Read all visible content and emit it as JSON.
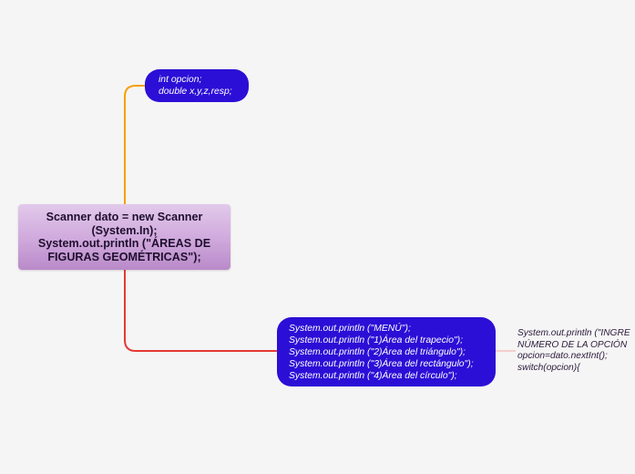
{
  "root": {
    "lines": [
      "Scanner dato = new Scanner",
      "(System.In);",
      "System.out.println (\"ÁREAS DE",
      "FIGURAS GEOMÉTRICAS\");"
    ]
  },
  "variables_node": {
    "lines": [
      "int opcion;",
      "double x,y,z,resp;"
    ]
  },
  "menu_node": {
    "lines": [
      "System.out.println (\"MENÚ\");",
      "System.out.println (\"1)Área del trapecio\");",
      "System.out.println (\"2)Área del triángulo\");",
      "System.out.println (\"3)Área del rectángulo\");",
      "System.out.println (\"4)Área del círculo\");"
    ]
  },
  "input_node": {
    "lines": [
      "System.out.println (\"INGRE",
      "NÚMERO DE LA OPCIÓN",
      "opcion=dato.nextInt();",
      "switch(opcion){"
    ]
  },
  "colors": {
    "background": "#f5f5f5",
    "root_fill": "#cfa8dc",
    "blue_node": "#2b0fd6",
    "branch_top": "#f5a000",
    "branch_bottom": "#e53935",
    "branch_right": "#f4b6b6"
  }
}
